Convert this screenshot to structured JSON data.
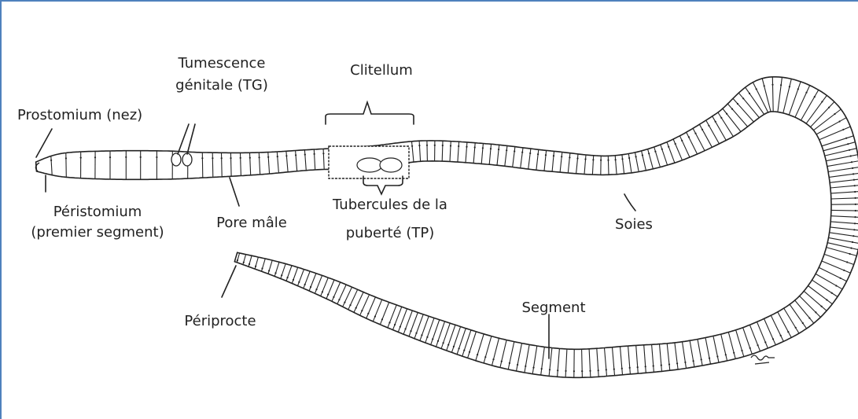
{
  "figure": {
    "frame_color": "#4f81bd",
    "ink_color": "#222222",
    "labels": {
      "tumescence": [
        "Tumescence",
        "génitale (TG)"
      ],
      "clitellum": "Clitellum",
      "prostomium": "Prostomium (nez)",
      "peristomium": [
        "Péristomium",
        "(premier segment)"
      ],
      "pore_male": "Pore mâle",
      "tubercules": [
        "Tubercules de la",
        "puberté (TP)"
      ],
      "soies": "Soies",
      "periprocte": "Périprocte",
      "segment": "Segment"
    },
    "signature": "illustrator-signature"
  }
}
